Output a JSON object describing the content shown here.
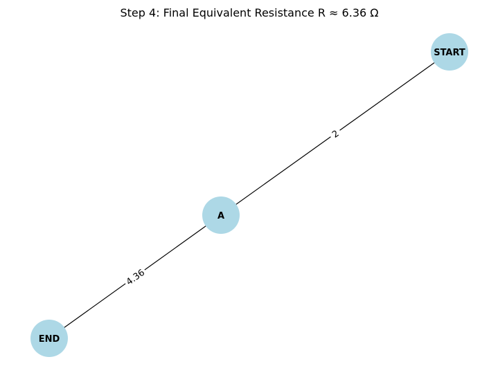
{
  "title": "Step 4: Final Equivalent Resistance R ≈ 6.36 Ω",
  "colors": {
    "node_fill": "#add8e6",
    "edge": "#000000",
    "text": "#000000",
    "background": "#ffffff"
  },
  "nodes": [
    {
      "id": "START",
      "label": "START"
    },
    {
      "id": "A",
      "label": "A"
    },
    {
      "id": "END",
      "label": "END"
    }
  ],
  "edges": [
    {
      "from": "START",
      "to": "A",
      "label": "2"
    },
    {
      "from": "A",
      "to": "END",
      "label": "4.36"
    }
  ]
}
